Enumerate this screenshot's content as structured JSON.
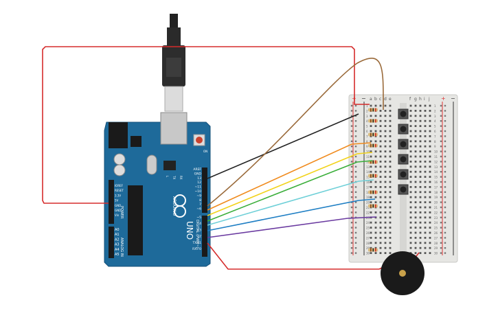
{
  "arduino": {
    "brand": "ARDUINO",
    "model": "UNO",
    "digital_header_label": "DIGITAL (PWM~)",
    "power_header_label": "POWER",
    "analog_header_label": "ANALOG IN",
    "left_pin_labels": [
      "IOREF",
      "RESET",
      "3.3V",
      "5V",
      "GND",
      "GND",
      "Vin"
    ],
    "analog_pin_labels": [
      "A0",
      "A1",
      "A2",
      "A3",
      "A4",
      "A5"
    ],
    "right_pin_labels": [
      "AREF",
      "GND",
      "13",
      "12",
      "~11",
      "~10",
      "~9",
      "8",
      "7",
      "~6",
      "~5",
      "4",
      "~3",
      "2",
      "TX→1",
      "RX←0"
    ],
    "led_labels": [
      "L",
      "TX",
      "RX"
    ],
    "on_label": "ON"
  },
  "breadboard": {
    "column_letters": [
      "a",
      "b",
      "c",
      "d",
      "e",
      "f",
      "g",
      "h",
      "i",
      "j"
    ],
    "row_numbers": [
      "1",
      "2",
      "3",
      "4",
      "5",
      "6",
      "7",
      "8",
      "9",
      "10",
      "11",
      "12",
      "13",
      "14",
      "15",
      "16",
      "17",
      "18",
      "19",
      "20",
      "21",
      "22",
      "23",
      "24",
      "25",
      "26",
      "27",
      "28",
      "29",
      "30"
    ],
    "rail_plus": "+",
    "rail_minus": "−"
  },
  "colors": {
    "board": "#1e6a9a",
    "breadboard": "#e9e9e6",
    "wire_red": "#d52b2b",
    "wire_black": "#222222",
    "wire_brown": "#9a6a3a",
    "wire_orange": "#f08a1c",
    "wire_yellow": "#f2d21a",
    "wire_green": "#3aae3a",
    "wire_cyan": "#6fd0d8",
    "wire_blue": "#1f7fc4",
    "wire_purple": "#6a3aa0"
  }
}
